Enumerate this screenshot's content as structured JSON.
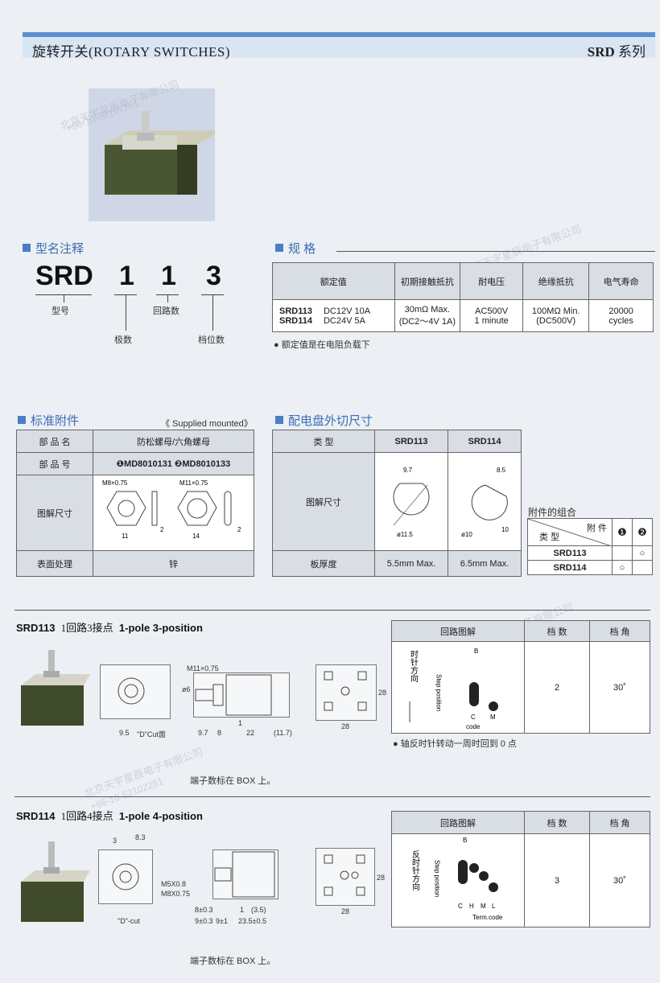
{
  "header": {
    "title": "旋转开关(ROTARY SWITCHES)",
    "series_code": "SRD",
    "series_suffix": "系列"
  },
  "watermarks": [
    "北京天宇星辰电子有限公司",
    "+86-10-62102281"
  ],
  "model": {
    "section_title": "型名注释",
    "chars": [
      "SRD",
      "1",
      "1",
      "3"
    ],
    "labels": {
      "type": "型号",
      "poles": "极数",
      "circuits": "回路数",
      "positions": "档位数"
    }
  },
  "spec": {
    "section_title": "规 格",
    "headers": [
      "额定值",
      "初期接触抵抗",
      "耐电压",
      "绝缘抵抗",
      "电气寿命"
    ],
    "rows": [
      {
        "models": [
          "SRD113",
          "SRD114"
        ],
        "rating": [
          "DC12V 10A",
          "DC24V  5A"
        ],
        "contact": [
          "30mΩ Max.",
          "(DC2～4V 1A)"
        ],
        "voltage": [
          "AC500V",
          "1 minute"
        ],
        "insulation": [
          "100MΩ Min.",
          "(DC500V)"
        ],
        "life": [
          "20000",
          "cycles"
        ]
      }
    ],
    "note": "● 额定值是在电阻负载下"
  },
  "accessories": {
    "section_title": "标准附件",
    "supplied": "《 Supplied mounted》",
    "rows": [
      {
        "label": "部 品 名",
        "value": "防松螺母/六角螺母"
      },
      {
        "label": "部 品 号",
        "value": "❶MD8010131 ❷MD8010133"
      },
      {
        "label": "图解尺寸",
        "value": ""
      },
      {
        "label": "表面处理",
        "value": "锌"
      }
    ],
    "dims": {
      "a1": "M8×0.75",
      "a2": "11",
      "a3": "2",
      "b1": "M11×0.75",
      "b2": "14",
      "b3": "2"
    }
  },
  "panel": {
    "section_title": "配电盘外切尺寸",
    "headers": [
      "类 型",
      "SRD113",
      "SRD114"
    ],
    "row_labels": [
      "图解尺寸",
      "板厚度"
    ],
    "thickness": [
      "5.5mm Max.",
      "6.5mm Max."
    ],
    "dims": {
      "a_w": "9.7",
      "a_d": "ø11.5",
      "b_w": "8.5",
      "b_d": "ø10",
      "b_x": "10"
    }
  },
  "combo": {
    "title": "附件的组合",
    "col_head": "附 件",
    "row_head": "类 型",
    "cols": [
      "❶",
      "❷"
    ],
    "rows": [
      {
        "name": "SRD113",
        "c1": "",
        "c2": "○"
      },
      {
        "name": "SRD114",
        "c1": "○",
        "c2": ""
      }
    ]
  },
  "srd113": {
    "title": "SRD113",
    "cn": "1回路3接点",
    "en": "1-pole 3-position",
    "dims": [
      "9.5",
      "\"D\"Cut面",
      "M11×0.75",
      "ø6",
      "9.7",
      "8",
      "22",
      "(11.7)",
      "1",
      "28",
      "28"
    ],
    "terminal_note": "端子数标在 BOX 上。",
    "table_headers": [
      "回路图解",
      "档 数",
      "档 角"
    ],
    "steps": "2",
    "angle": "30˚",
    "diagram": {
      "dir": "时针方向",
      "step": "Step position",
      "code": "code",
      "cols": [
        "B",
        "C",
        "M"
      ]
    },
    "note": "● 轴反时针转动一周时回到 0 点"
  },
  "srd114": {
    "title": "SRD114",
    "cn": "1回路4接点",
    "en": "1-pole 4-position",
    "dims": [
      "3",
      "8.3",
      "\"D\"-cut",
      "M5X0.8",
      "M8X0.75",
      "8±0.3",
      "9±0.3",
      "9±1",
      "1",
      "(3.5)",
      "23.5±0.5",
      "28",
      "28"
    ],
    "terminal_note": "端子数标在 BOX 上。",
    "table_headers": [
      "回路图解",
      "档 数",
      "档 角"
    ],
    "steps": "3",
    "angle": "30˚",
    "diagram": {
      "dir": "反时针方向",
      "step": "Step position",
      "code": "Term.code",
      "cols": [
        "B",
        "C",
        "H",
        "M",
        "L"
      ]
    }
  }
}
